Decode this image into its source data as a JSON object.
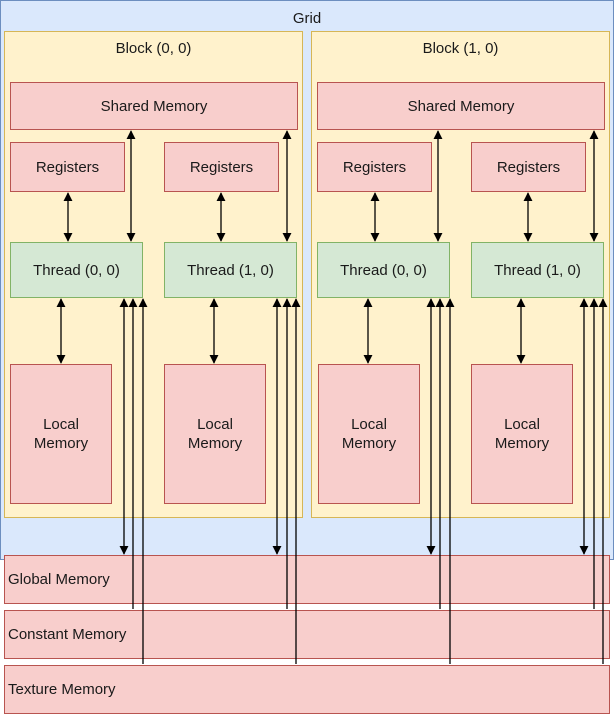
{
  "grid": {
    "title": "Grid"
  },
  "blocks": [
    {
      "title": "Block (0, 0)",
      "shared_memory": "Shared Memory",
      "threads": [
        {
          "registers": "Registers",
          "label": "Thread (0, 0)",
          "local_memory": "Local\nMemory"
        },
        {
          "registers": "Registers",
          "label": "Thread (1, 0)",
          "local_memory": "Local\nMemory"
        }
      ]
    },
    {
      "title": "Block (1, 0)",
      "shared_memory": "Shared Memory",
      "threads": [
        {
          "registers": "Registers",
          "label": "Thread (0, 0)",
          "local_memory": "Local\nMemory"
        },
        {
          "registers": "Registers",
          "label": "Thread (1, 0)",
          "local_memory": "Local\nMemory"
        }
      ]
    }
  ],
  "global_memory": "Global Memory",
  "constant_memory": "Constant Memory",
  "texture_memory": "Texture Memory"
}
